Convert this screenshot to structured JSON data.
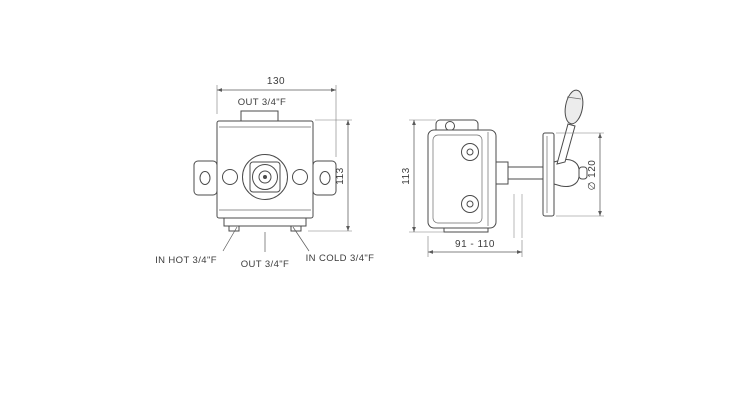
{
  "front_view": {
    "dim_width": "130",
    "dim_height": "113",
    "label_out_top": "OUT 3/4\"F",
    "label_in_hot": "IN HOT 3/4\"F",
    "label_out_bottom": "OUT 3/4\"F",
    "label_in_cold": "IN COLD 3/4\"F"
  },
  "side_view": {
    "dim_height": "113",
    "dim_depth_range": "91 - 110",
    "dim_diameter": "∅ 120"
  },
  "colors": {
    "line": "#4b4b4b",
    "dimension_line": "#5a5a5a",
    "text": "#3c3c3c",
    "background": "#ffffff"
  }
}
